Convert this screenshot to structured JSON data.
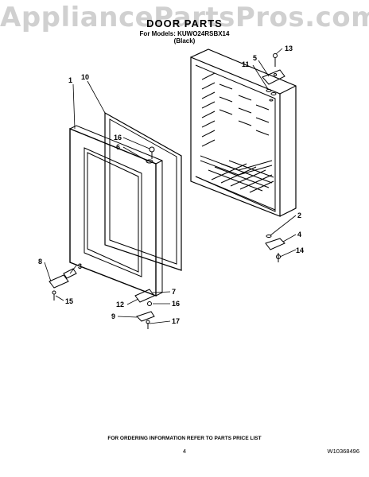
{
  "watermark": "AppliancePartsPros.com",
  "header": {
    "title": "DOOR PARTS",
    "models_line": "For Models: KUWO24RSBX14",
    "variant": "(Black)"
  },
  "callouts": {
    "n1": "1",
    "n2": "2",
    "n3": "3",
    "n4": "4",
    "n5": "5",
    "n6": "6",
    "n7": "7",
    "n8": "8",
    "n9": "9",
    "n10": "10",
    "n11": "11",
    "n12": "12",
    "n13": "13",
    "n14": "14",
    "n15": "15",
    "n16a": "16",
    "n16b": "16",
    "n17": "17"
  },
  "footer": {
    "ordering_note": "FOR ORDERING INFORMATION REFER TO PARTS PRICE LIST",
    "page_number": "4",
    "document_number": "W10368496"
  }
}
